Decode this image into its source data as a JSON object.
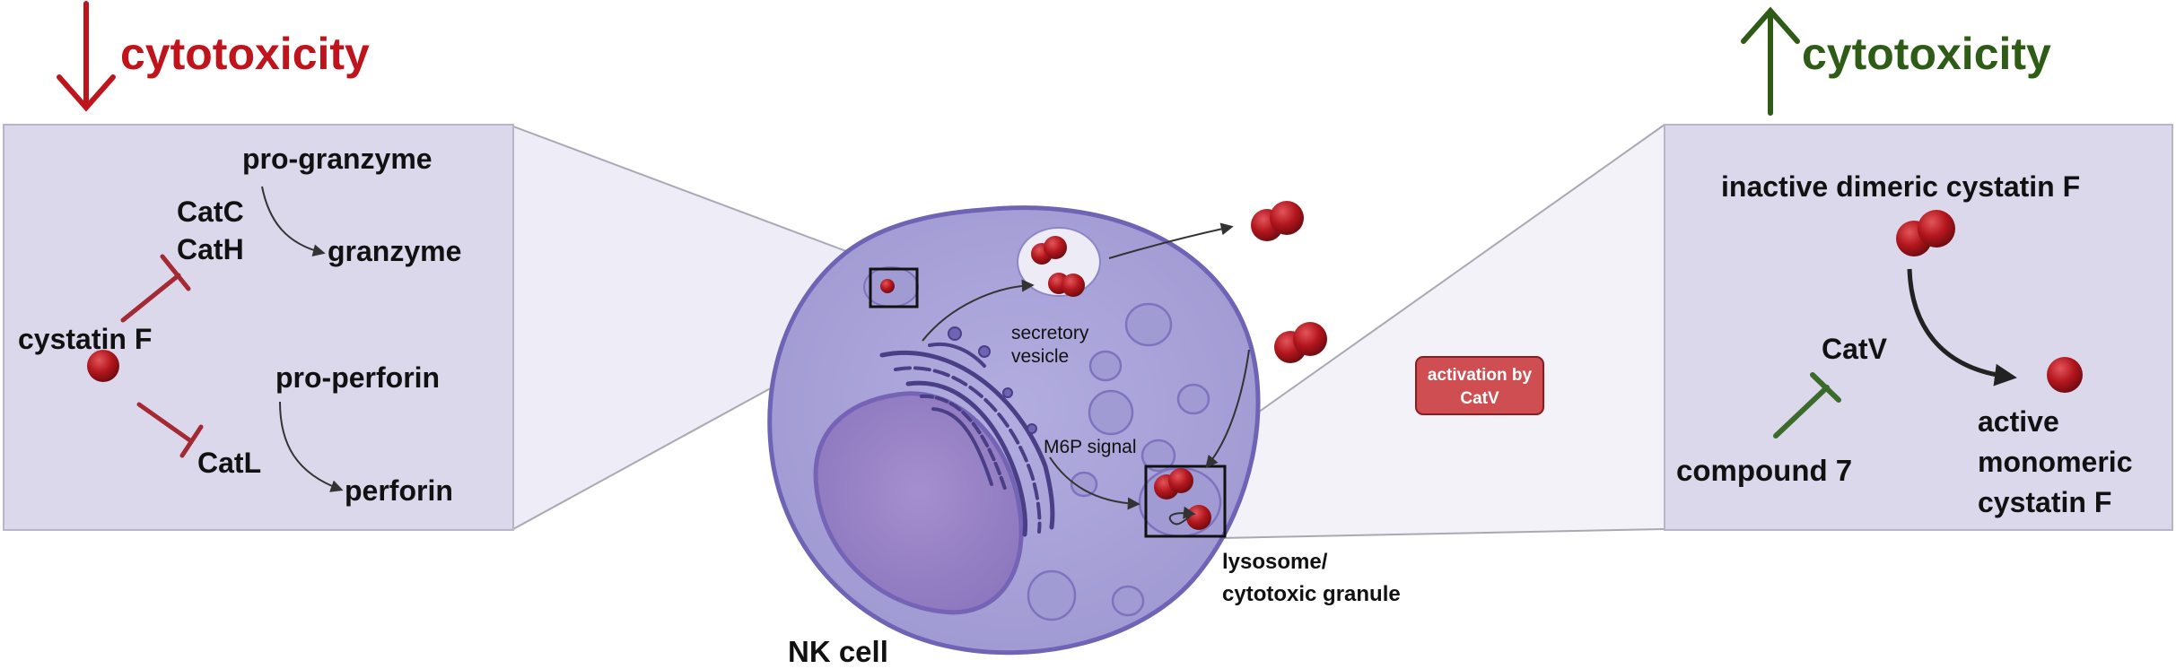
{
  "left_panel": {
    "headline": "cytotoxicity",
    "pro_granzyme": "pro-granzyme",
    "catc": "CatC",
    "cath": "CatH",
    "granzyme": "granzyme",
    "cystatin_f": "cystatin F",
    "pro_perforin": "pro-perforin",
    "catl": "CatL",
    "perforin": "perforin"
  },
  "cell": {
    "name": "NK cell",
    "secretory_vesicle_line1": "secretory",
    "secretory_vesicle_line2": "vesicle",
    "m6p_signal": "M6P signal",
    "lysosome_line1": "lysosome/",
    "lysosome_line2": "cytotoxic granule"
  },
  "activation_badge": {
    "line1": "activation by",
    "line2": "CatV"
  },
  "right_panel": {
    "headline": "cytotoxicity",
    "inactive_dimer": "inactive dimeric cystatin F",
    "catv": "CatV",
    "compound": "compound 7",
    "active_line1": "active",
    "active_line2": "monomeric",
    "active_line3": "cystatin F"
  },
  "colors": {
    "decrease_red": "#c0141c",
    "increase_green": "#2e5b16",
    "inhibit_red": "#a32a33",
    "inhibit_green": "#3b6b2a",
    "panel_fill": "#dcd8ec",
    "cell_fill": "#a9a4d9",
    "nucleus_fill": "#9b86c8",
    "molecule_red": "#b3161d",
    "badge_fill": "#cf4e51"
  },
  "icons": [
    "down-arrow-icon",
    "up-arrow-icon",
    "golgi-icon",
    "cystatin-monomer-icon",
    "cystatin-dimer-icon"
  ]
}
